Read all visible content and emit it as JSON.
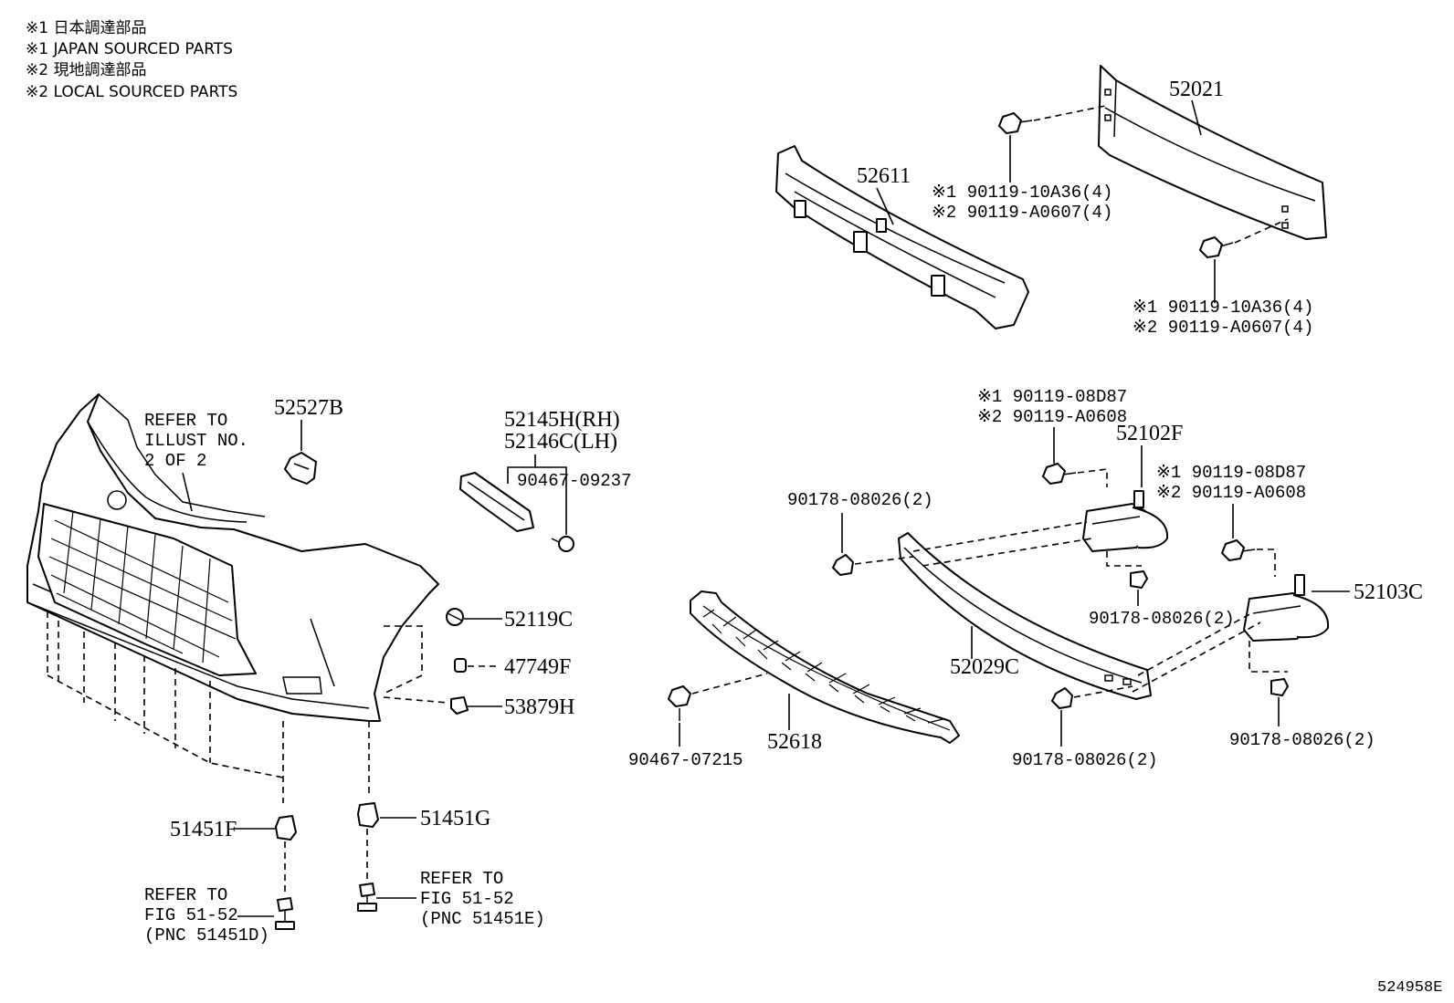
{
  "legend": [
    "※1 日本調達部品",
    "※1 JAPAN SOURCED PARTS",
    "※2 現地調達部品",
    "※2 LOCAL SOURCED PARTS"
  ],
  "labels": {
    "p52021": "52021",
    "p52611": "52611",
    "bolt_upper_left_1": "※1 90119-10A36(4)",
    "bolt_upper_left_2": "※2 90119-A0607(4)",
    "bolt_upper_right_1": "※1 90119-10A36(4)",
    "bolt_upper_right_2": "※2 90119-A0607(4)",
    "refer_illust_1": "REFER TO",
    "refer_illust_2": "ILLUST NO.",
    "refer_illust_3": "2 OF 2",
    "p52527B": "52527B",
    "p52145H": "52145H(RH)",
    "p52146C": "52146C(LH)",
    "p90467_09237": "90467-09237",
    "p52119C": "52119C",
    "p47749F": "47749F",
    "p53879H": "53879H",
    "p51451F": "51451F",
    "p51451G": "51451G",
    "refer_fig_left_1": "REFER TO",
    "refer_fig_left_2": "FIG 51-52",
    "refer_fig_left_3": "(PNC 51451D)",
    "refer_fig_right_1": "REFER TO",
    "refer_fig_right_2": "FIG 51-52",
    "refer_fig_right_3": "(PNC 51451E)",
    "bolt_mid_1": "※1 90119-08D87",
    "bolt_mid_2": "※2 90119-A0608",
    "p52102F": "52102F",
    "bolt_right_1": "※1 90119-08D87",
    "bolt_right_2": "※2 90119-A0608",
    "p52103C": "52103C",
    "nut_left": "90178-08026(2)",
    "nut_mid_upper": "90178-08026(2)",
    "nut_mid_lower": "90178-08026(2)",
    "nut_right_lower": "90178-08026(2)",
    "p52029C": "52029C",
    "p52618": "52618",
    "p90467_07215": "90467-07215",
    "figure_id": "524958E"
  }
}
